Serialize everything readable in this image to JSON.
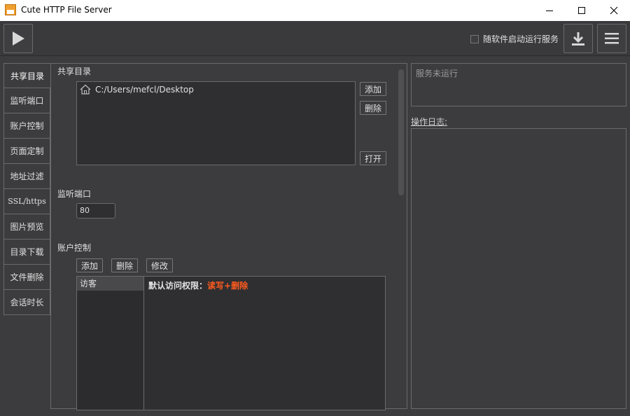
{
  "window": {
    "title": "Cute HTTP File Server",
    "icon": "cute-app-icon"
  },
  "toolbar": {
    "play_icon": "play-icon",
    "autostart_label": "随软件启动运行服务",
    "autostart_checked": false,
    "download_icon": "download-icon",
    "menu_icon": "hamburger-menu-icon"
  },
  "tabs": [
    {
      "label": "共享目录",
      "active": true
    },
    {
      "label": "监听端口",
      "active": false
    },
    {
      "label": "账户控制",
      "active": false
    },
    {
      "label": "页面定制",
      "active": false
    },
    {
      "label": "地址过滤",
      "active": false
    },
    {
      "label": "SSL/https",
      "active": false
    },
    {
      "label": "图片预览",
      "active": false
    },
    {
      "label": "目录下载",
      "active": false
    },
    {
      "label": "文件删除",
      "active": false
    },
    {
      "label": "会话时长",
      "active": false
    }
  ],
  "shared_dir": {
    "title": "共享目录",
    "entries": [
      {
        "icon": "home-icon",
        "path": "C:/Users/mefcl/Desktop"
      }
    ],
    "add_label": "添加",
    "delete_label": "删除",
    "open_label": "打开"
  },
  "listen_port": {
    "title": "监听端口",
    "value": "80"
  },
  "account": {
    "title": "账户控制",
    "add_label": "添加",
    "delete_label": "删除",
    "edit_label": "修改",
    "users": [
      "访客"
    ],
    "permission_label": "默认访问权限：",
    "permission_value": "读写+删除"
  },
  "status": {
    "text": "服务未运行"
  },
  "log": {
    "label": "操作日志:"
  },
  "colors": {
    "background": "#3c3c3e",
    "permission_accent": "#ff5a1e"
  }
}
